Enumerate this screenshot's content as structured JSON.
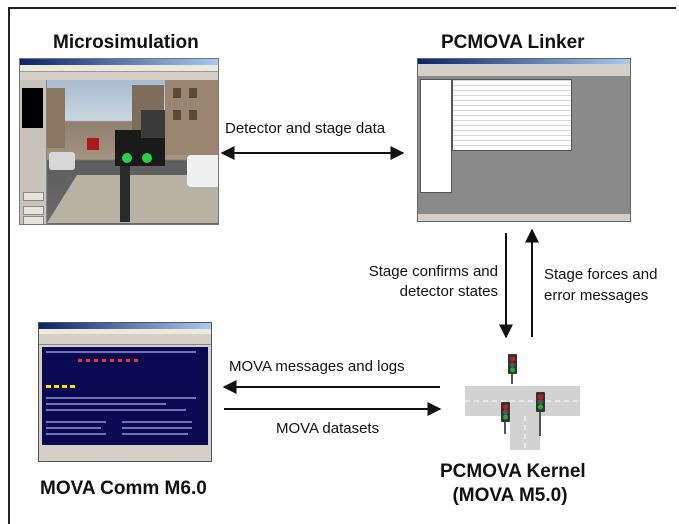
{
  "titles": {
    "microsimulation": "Microsimulation",
    "linker": "PCMOVA Linker",
    "mova_comm": "MOVA Comm M6.0",
    "kernel_line1": "PCMOVA Kernel",
    "kernel_line2": "(MOVA M5.0)"
  },
  "arrows": {
    "sim_linker": "Detector and stage data",
    "down_line1": "Stage confirms and",
    "down_line2": "detector states",
    "up_line1": "Stage forces and",
    "up_line2": "error messages",
    "messages_logs": "MOVA messages and logs",
    "datasets": "MOVA datasets"
  },
  "colors": {
    "arrow": "#111111",
    "signal_red": "#d01818",
    "signal_green": "#18b02a",
    "road": "#d0d0d0"
  }
}
